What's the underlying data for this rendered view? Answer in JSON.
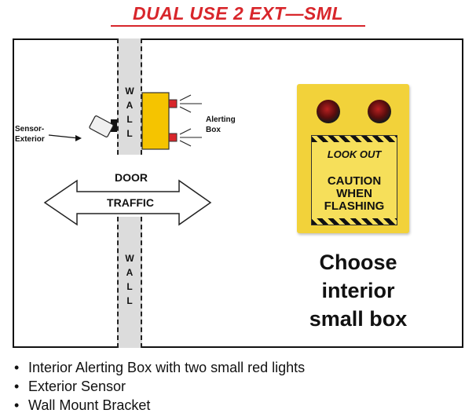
{
  "title": "DUAL USE 2 EXT—SML",
  "diagram": {
    "wall_label": [
      "W",
      "A",
      "L",
      "L"
    ],
    "sensor_label": [
      "Sensor-",
      "Exterior"
    ],
    "alerting_label": [
      "Alerting",
      "Box"
    ],
    "door_label": "DOOR",
    "traffic_label": "TRAFFIC"
  },
  "product": {
    "logo": "LOOK OUT",
    "caution_lines": [
      "CAUTION",
      "WHEN",
      "FLASHING"
    ],
    "colors": {
      "box": "#f2d23a",
      "light": "#8b1414"
    }
  },
  "choose_lines": [
    "Choose",
    "interior",
    "small box"
  ],
  "features": [
    "Interior Alerting Box with two small red lights",
    "Exterior Sensor",
    "Wall Mount Bracket"
  ],
  "colors": {
    "title": "#d8262b",
    "alert_box": "#f5c400",
    "light_red": "#d8262b",
    "wall": "#dcdcdc"
  }
}
